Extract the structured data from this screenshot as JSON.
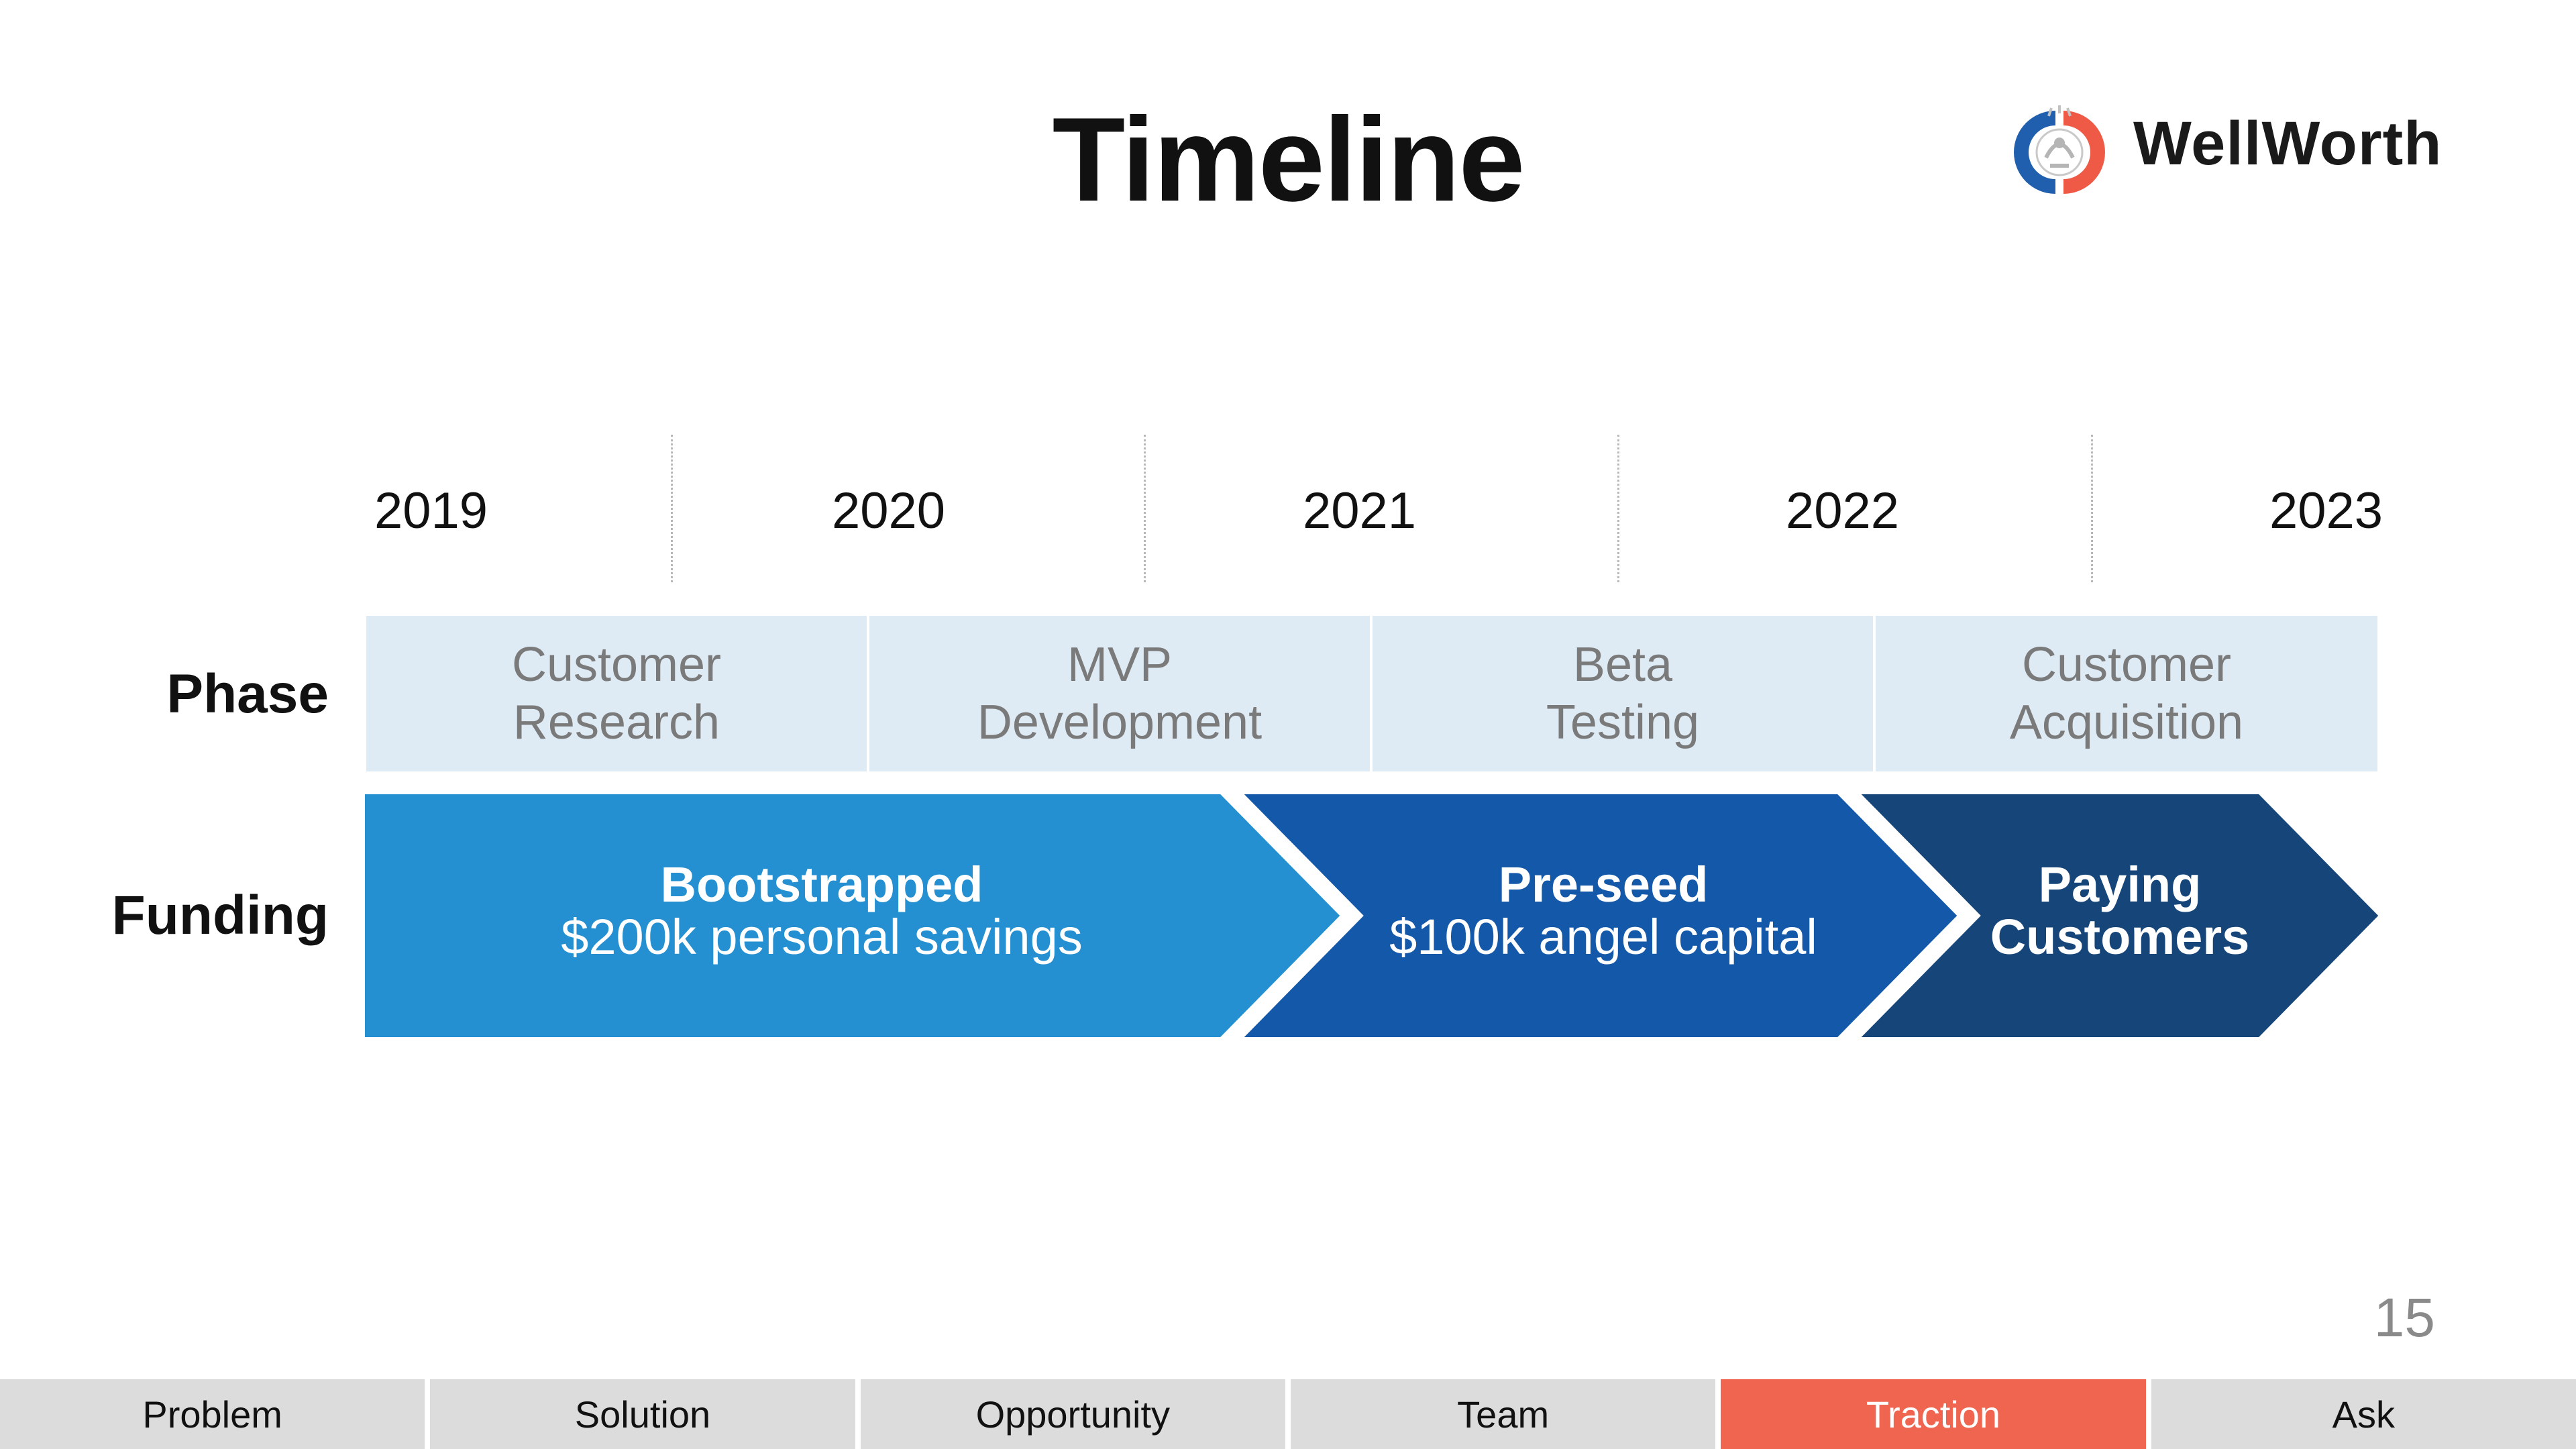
{
  "slide": {
    "title": "Timeline",
    "brand_name": "WellWorth",
    "page_number": "15"
  },
  "timeline": {
    "years": [
      "2019",
      "2020",
      "2021",
      "2022",
      "2023"
    ],
    "phase_label": "Phase",
    "funding_label": "Funding",
    "phases": [
      "Customer\nResearch",
      "MVP\nDevelopment",
      "Beta\nTesting",
      "Customer\nAcquisition"
    ],
    "funding": [
      {
        "title": "Bootstrapped",
        "subtitle": "$200k personal savings",
        "color": "#2490d2"
      },
      {
        "title": "Pre-seed",
        "subtitle": "$100k angel capital",
        "color": "#1458a9"
      },
      {
        "title": "Paying",
        "subtitle": "Customers",
        "color": "#154579"
      }
    ]
  },
  "nav": {
    "tabs": [
      "Problem",
      "Solution",
      "Opportunity",
      "Team",
      "Traction",
      "Ask"
    ],
    "active": "Traction",
    "active_color": "#f06550"
  }
}
